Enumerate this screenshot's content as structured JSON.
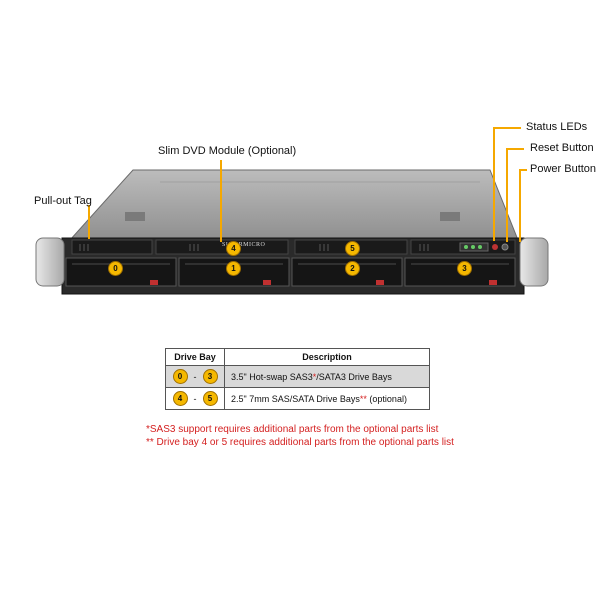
{
  "callouts": {
    "status_leds": "Status LEDs",
    "reset_button": "Reset Button",
    "power_button": "Power Button",
    "slim_dvd": "Slim DVD Module (Optional)",
    "pullout_tag": "Pull-out Tag"
  },
  "server": {
    "brand": "SUPERMICRO",
    "bays": [
      {
        "label": "0"
      },
      {
        "label": "1"
      },
      {
        "label": "2"
      },
      {
        "label": "3"
      }
    ],
    "slim_bays": [
      {
        "label": "4"
      },
      {
        "label": "5"
      }
    ]
  },
  "legend": {
    "headers": [
      "Drive Bay",
      "Description"
    ],
    "rows": [
      {
        "from": "0",
        "sep": "-",
        "to": "3",
        "desc_main": "3.5\" Hot-swap SAS3",
        "desc_mark": "*",
        "desc_tail": "/SATA3 Drive Bays"
      },
      {
        "from": "4",
        "sep": "-",
        "to": "5",
        "desc_main": "2.5\" 7mm SAS/SATA Drive Bays",
        "desc_mark": "**",
        "desc_tail": " (optional)"
      }
    ]
  },
  "notes": [
    "*SAS3 support requires additional parts from the optional parts list",
    "** Drive bay 4 or 5 requires additional parts from the optional parts list"
  ],
  "colors": {
    "accent": "#f5a800",
    "note_red": "#d42020"
  }
}
